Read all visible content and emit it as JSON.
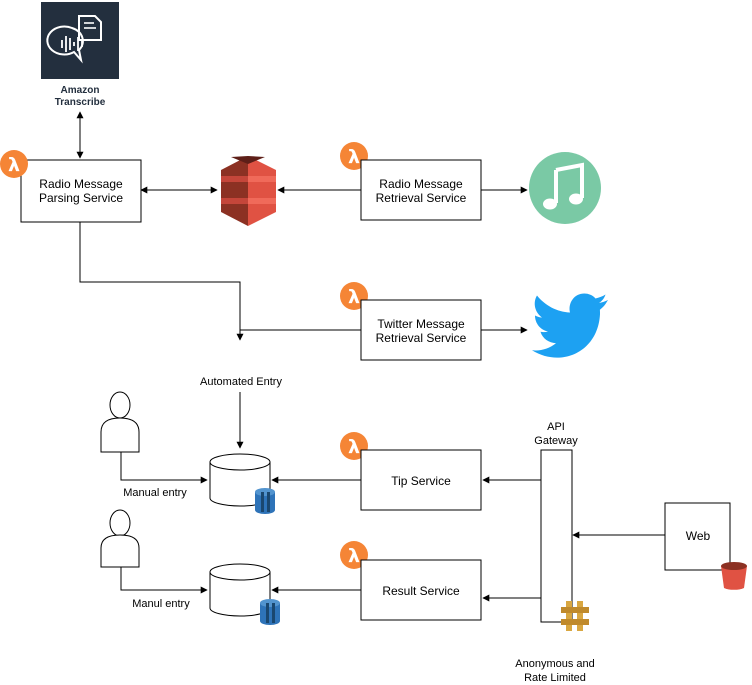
{
  "transcribe": {
    "line1": "Amazon",
    "line2": "Transcribe"
  },
  "radio_parsing": {
    "line1": "Radio Message",
    "line2": "Parsing Service"
  },
  "radio_retrieval": {
    "line1": "Radio Message",
    "line2": "Retrieval Service"
  },
  "twitter_retrieval": {
    "line1": "Twitter Message",
    "line2": "Retrieval Service"
  },
  "automated_entry": "Automated Entry",
  "manual_entry_1": "Manual entry",
  "manual_entry_2": "Manul entry",
  "tip_service": "Tip Service",
  "result_service": "Result Service",
  "api_gateway": {
    "line1": "API",
    "line2": "Gateway"
  },
  "web": "Web",
  "anonymous": {
    "line1": "Anonymous and",
    "line2": "Rate Limited"
  },
  "lambda_symbol": "λ",
  "colors": {
    "lambda": "#f58536",
    "s3_dark": "#8c3123",
    "s3_mid": "#c5463a",
    "s3_light": "#e05243",
    "music": "#7ac9a5",
    "twitter": "#1da1f2",
    "dynamo": "#2e73b8",
    "gateway": "#d9a741",
    "bucket": "#e05243",
    "transcribe_bg": "#232f3e"
  }
}
